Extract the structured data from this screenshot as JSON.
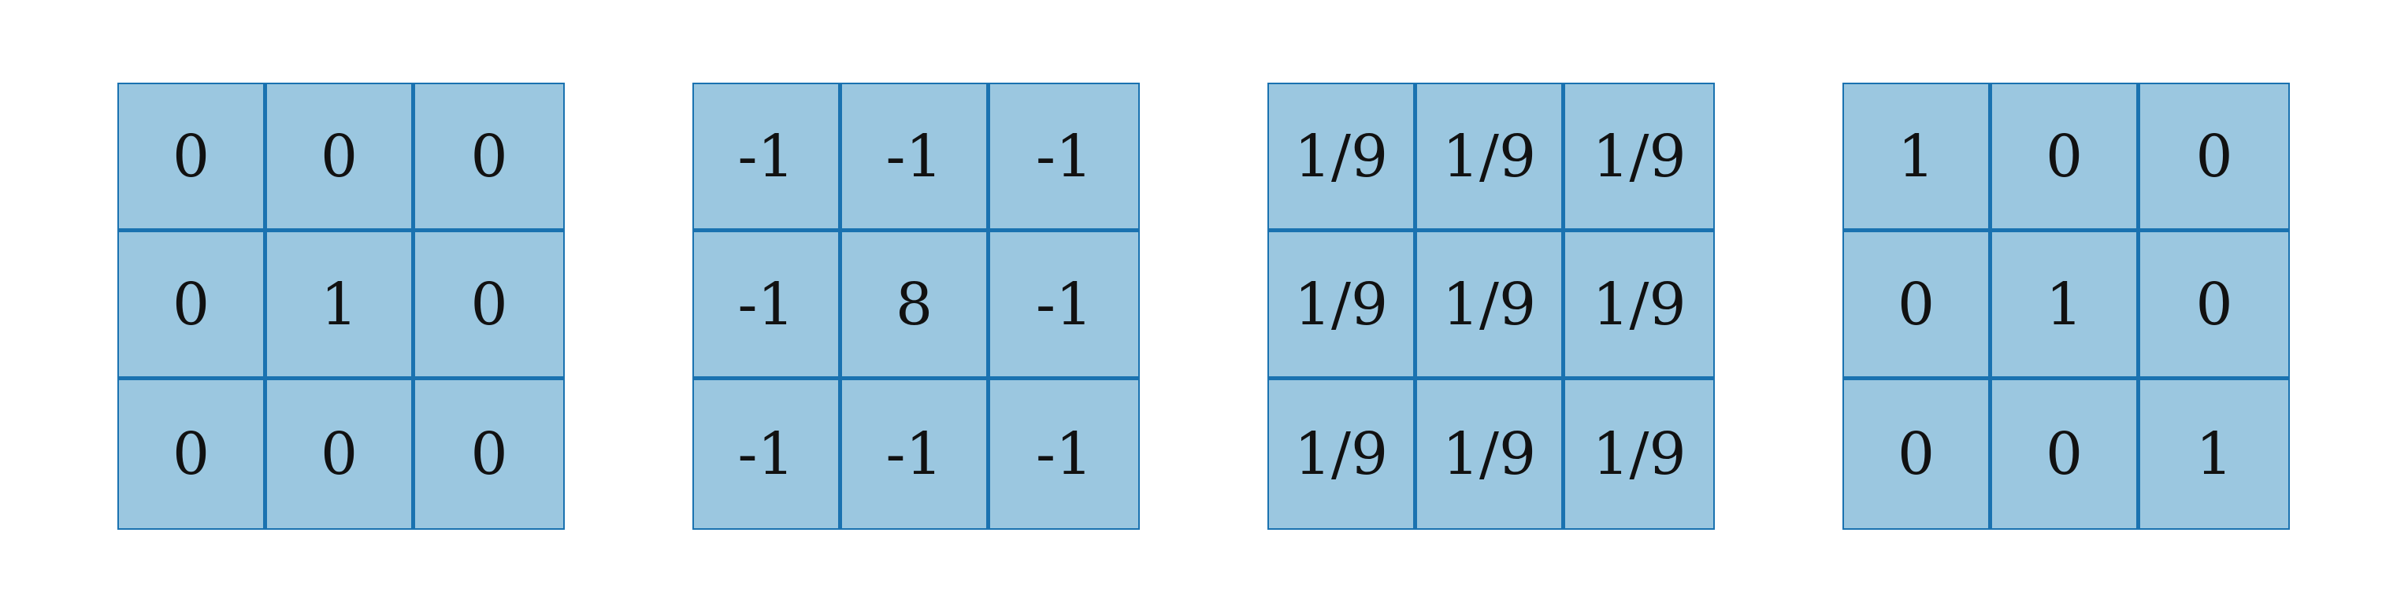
{
  "colors": {
    "cell_fill": "#9bc7e0",
    "grid_line": "#1a72b0",
    "text": "#111111"
  },
  "kernels": [
    {
      "cells": [
        [
          "0",
          "0",
          "0"
        ],
        [
          "0",
          "1",
          "0"
        ],
        [
          "0",
          "0",
          "0"
        ]
      ]
    },
    {
      "cells": [
        [
          "-1",
          "-1",
          "-1"
        ],
        [
          "-1",
          "8",
          "-1"
        ],
        [
          "-1",
          "-1",
          "-1"
        ]
      ]
    },
    {
      "cells": [
        [
          "1/9",
          "1/9",
          "1/9"
        ],
        [
          "1/9",
          "1/9",
          "1/9"
        ],
        [
          "1/9",
          "1/9",
          "1/9"
        ]
      ]
    },
    {
      "cells": [
        [
          "1",
          "0",
          "0"
        ],
        [
          "0",
          "1",
          "0"
        ],
        [
          "0",
          "0",
          "1"
        ]
      ]
    }
  ]
}
